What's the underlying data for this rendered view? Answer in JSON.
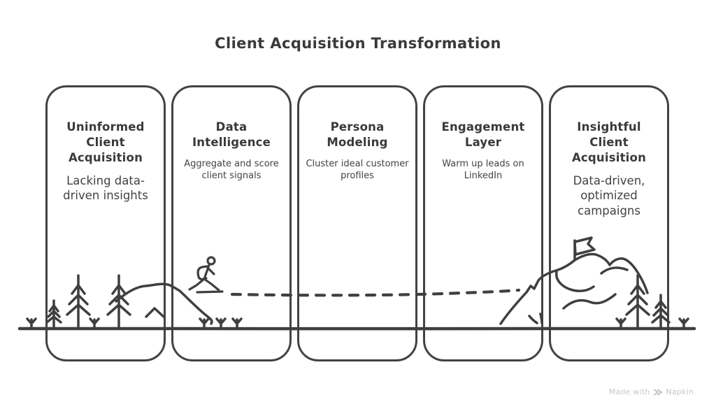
{
  "title": "Client Acquisition Transformation",
  "stages": [
    {
      "heading": "Uninformed Client Acquisition",
      "subtitle": "Lacking data-driven insights"
    },
    {
      "heading": "Data Intelligence",
      "subtitle": "Aggregate and score client signals"
    },
    {
      "heading": "Persona Modeling",
      "subtitle": "Cluster ideal customer profiles"
    },
    {
      "heading": "Engagement Layer",
      "subtitle": "Warm up leads on LinkedIn"
    },
    {
      "heading": "Insightful Client Acquisition",
      "subtitle": "Data-driven, optimized campaigns"
    }
  ],
  "illustration": {
    "icons": [
      "sprout-icon",
      "pine-tree-icon",
      "hill-ridge",
      "hiker-icon",
      "dashed-trail",
      "mountain-icon",
      "flag-icon",
      "ground-line"
    ]
  },
  "watermark": {
    "prefix": "Made with",
    "brand": "Napkin",
    "icon": "napkin-chevrons-icon"
  },
  "colors": {
    "ink": "#3f3f3f",
    "background": "#ffffff",
    "watermark_text": "#c8c8c8"
  }
}
